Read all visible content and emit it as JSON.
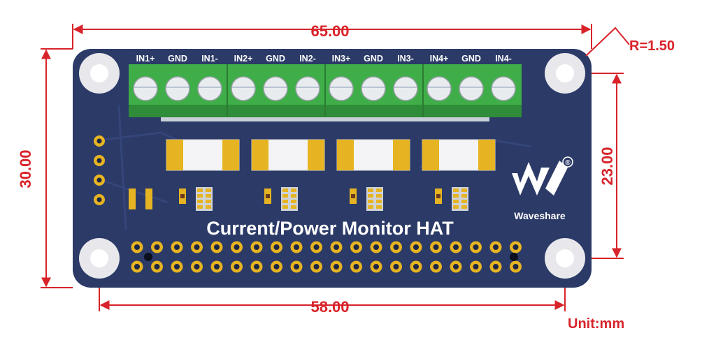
{
  "dimensions": {
    "top_width": "65.00",
    "bottom_width": "58.00",
    "left_height": "30.00",
    "right_height": "23.00",
    "corner_radius": "R=1.50",
    "unit": "Unit:mm"
  },
  "board": {
    "title": "Current/Power Monitor HAT",
    "brand": "Waveshare",
    "registered_mark": "®",
    "pin_labels": [
      "IN1+",
      "GND",
      "IN1-",
      "IN2+",
      "GND",
      "IN2-",
      "IN3+",
      "GND",
      "IN3-",
      "IN4+",
      "GND",
      "IN4-"
    ]
  },
  "colors": {
    "dimension": "#d8232a",
    "pcb": "#2b3a67",
    "terminal": "#3fae49",
    "pad": "#e6b422"
  }
}
